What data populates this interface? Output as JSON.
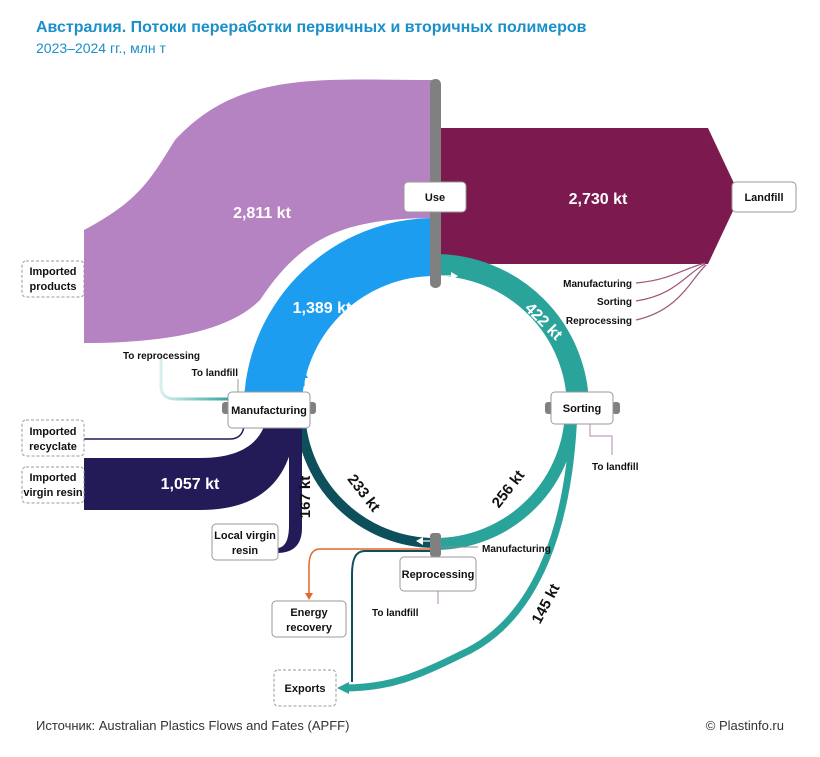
{
  "header": {
    "title": "Австралия. Потоки переработки первичных и вторичных полимеров",
    "subtitle": "2023–2024 гг., млн т"
  },
  "footer": {
    "source": "Источник: Australian Plastics Flows and Fates (APFF)",
    "credit": "© Plastinfo.ru"
  },
  "nodes": {
    "use": "Use",
    "landfill": "Landfill",
    "manufacturing": "Manufacturing",
    "sorting": "Sorting",
    "reprocessing": "Reprocessing",
    "energy_recovery_1": "Energy",
    "energy_recovery_2": "recovery",
    "exports": "Exports",
    "imported_products_1": "Imported",
    "imported_products_2": "products",
    "imported_recyclate_1": "Imported",
    "imported_recyclate_2": "recyclate",
    "imported_virgin_1": "Imported",
    "imported_virgin_2": "virgin resin",
    "local_virgin_1": "Local virgin",
    "local_virgin_2": "resin"
  },
  "small_labels": {
    "landfill_from_manufacturing": "Manufacturing",
    "landfill_from_sorting": "Sorting",
    "landfill_from_reprocessing": "Reprocessing",
    "to_reprocessing": "To reprocessing",
    "mfg_to_landfill": "To landfill",
    "sorting_to_landfill": "To landfill",
    "reproc_to_landfill": "To landfill",
    "reproc_to_manufacturing": "Manufacturing"
  },
  "flows": {
    "imported_products_to_use": "2,811 kt",
    "use_to_landfill": "2,730 kt",
    "manufacturing_to_use": "1,389 kt",
    "use_to_sorting": "422 kt",
    "sorting_to_reprocessing": "256 kt",
    "reprocessing_to_manufacturing": "233 kt",
    "imported_virgin_to_manufacturing": "1,057 kt",
    "local_virgin_to_manufacturing": "167 kt",
    "sorting_to_exports": "145 kt"
  },
  "colors": {
    "title": "#1c8fc9",
    "imported_products": "#b583c2",
    "landfill_flow": "#7c1a4f",
    "manufacturing_to_use": "#1d9df0",
    "teal": "#2aa39b",
    "dark_teal": "#0d4f5a",
    "navy": "#231a58",
    "energy": "#e4672c"
  }
}
